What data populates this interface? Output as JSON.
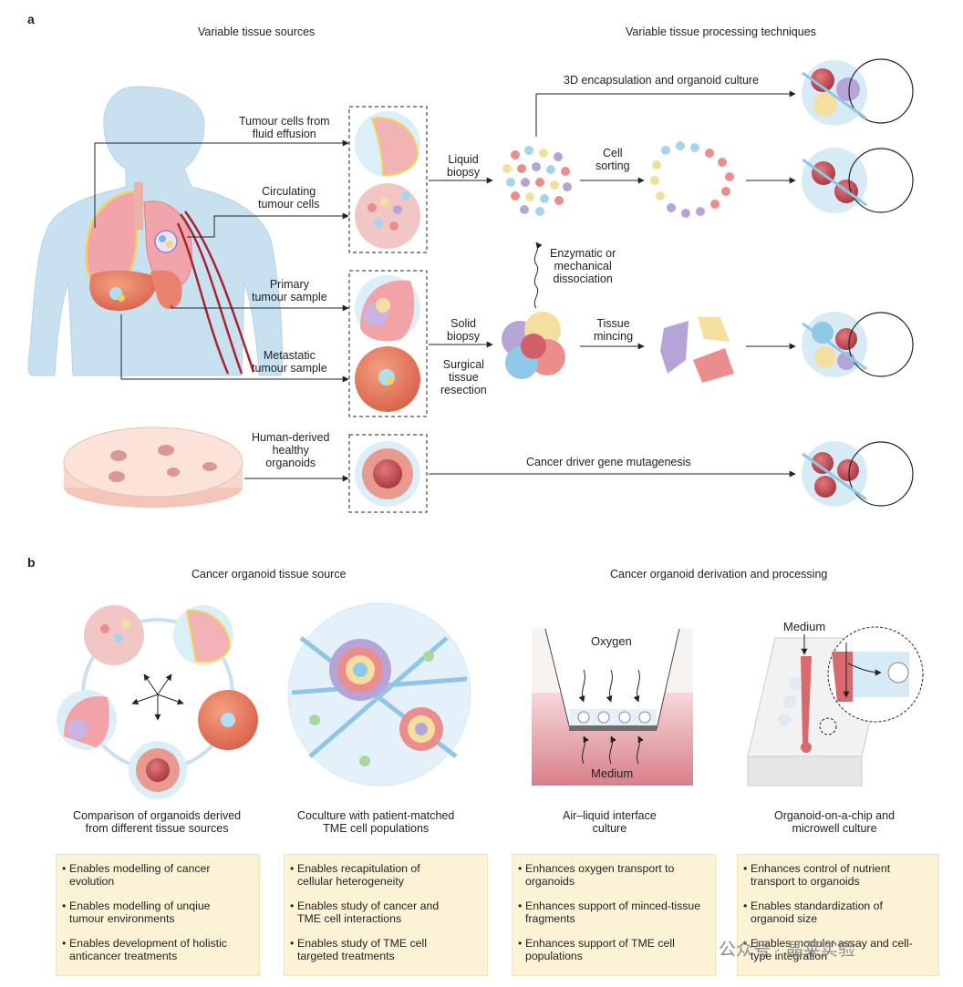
{
  "panel_a": {
    "label": "a",
    "header_left": "Variable tissue sources",
    "header_right": "Variable tissue processing techniques",
    "labels": {
      "fluid_effusion": "Tumour cells from\nfluid effusion",
      "circulating": "Circulating\ntumour cells",
      "primary": "Primary\ntumour sample",
      "metastatic": "Metastatic\ntumour sample",
      "healthy": "Human-derived\nhealthy\norganoids",
      "liquid_biopsy": "Liquid\nbiopsy",
      "solid_biopsy": "Solid\nbiopsy",
      "surgical": "Surgical\ntissue\nresection",
      "encapsulation": "3D encapsulation and organoid culture",
      "cell_sorting": "Cell\nsorting",
      "dissociation": "Enzymatic or\nmechanical\ndissociation",
      "mincing": "Tissue\nmincing",
      "mutagenesis": "Cancer driver gene mutagenesis"
    }
  },
  "panel_b": {
    "label": "b",
    "header_left": "Cancer organoid tissue source",
    "header_right": "Cancer organoid derivation and processing",
    "oxygen": "Oxygen",
    "medium_ali": "Medium",
    "medium_chip": "Medium",
    "columns": [
      {
        "caption": "Comparison of organoids derived\nfrom different tissue sources",
        "bullets": [
          "Enables modelling of cancer\nevolution",
          "Enables modelling of unqiue\ntumour environments",
          "Enables development of holistic\nanticancer treatments"
        ]
      },
      {
        "caption": "Coculture with patient-matched\nTME cell populations",
        "bullets": [
          "Enables recapitulation of\ncellular heterogeneity",
          "Enables study of cancer and\nTME cell interactions",
          "Enables study of TME cell\ntargeted treatments"
        ]
      },
      {
        "caption": "Air–liquid interface\nculture",
        "bullets": [
          "Enhances oxygen transport to\norganoids",
          "Enhances support of minced-tissue\nfragments",
          "Enhances support of TME cell\npopulations"
        ]
      },
      {
        "caption": "Organoid-on-a-chip and\nmicrowell culture",
        "bullets": [
          "Enhances control of nutrient\ntransport to organoids",
          "Enables standardization of\norganoid size",
          "Enables modular assay and cell-\ntype integration"
        ]
      }
    ]
  },
  "watermark": "公众号 · 晶莱实验",
  "colors": {
    "body": "#c5dff0",
    "lung": "#f0a3a8",
    "tumour_orange": "#e07050",
    "dish": "#f7d8cf",
    "hydrogel": "#d7ebf7",
    "fiber": "#8fc6e6",
    "organoid_red": "#c0474e",
    "box_bg": "#fcf3d6",
    "medium_pink": "#e8a0a6"
  }
}
